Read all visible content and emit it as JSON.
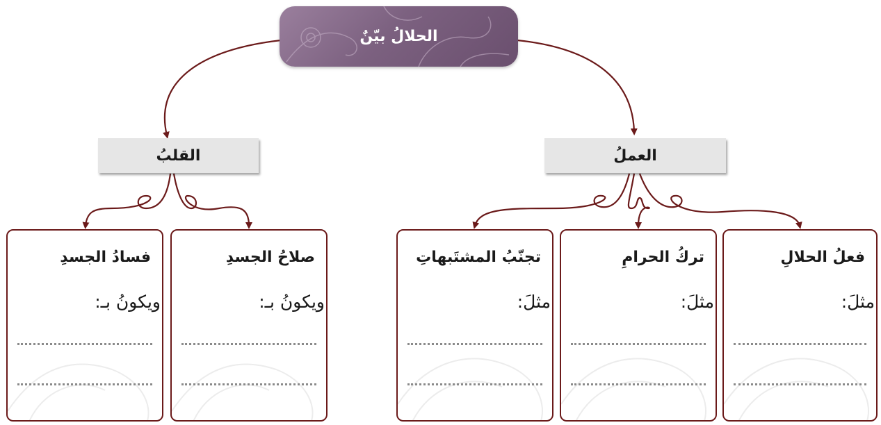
{
  "diagram": {
    "root": {
      "label": "الحلالُ بيّنٌ"
    },
    "branches": [
      {
        "label": "القلبُ"
      },
      {
        "label": "العملُ"
      }
    ],
    "cards": [
      {
        "title": "فسادُ الجسدِ",
        "prompt": "ويكونُ بـ:"
      },
      {
        "title": "صلاحُ الجسدِ",
        "prompt": "ويكونُ بـ:"
      },
      {
        "title": "تجنّبُ المشتَبهاتِ",
        "prompt": "مثلَ:"
      },
      {
        "title": "تركُ الحرامِ",
        "prompt": "مثلَ:"
      },
      {
        "title": "فعلُ الحلالِ",
        "prompt": "مثلَ:"
      }
    ]
  },
  "colors": {
    "connector": "#6b1a1a",
    "root_fill": "#7c6180",
    "branch_fill": "#e6e6e6",
    "card_border": "#6b1a1a",
    "dotted_line": "#8a8a8a"
  }
}
